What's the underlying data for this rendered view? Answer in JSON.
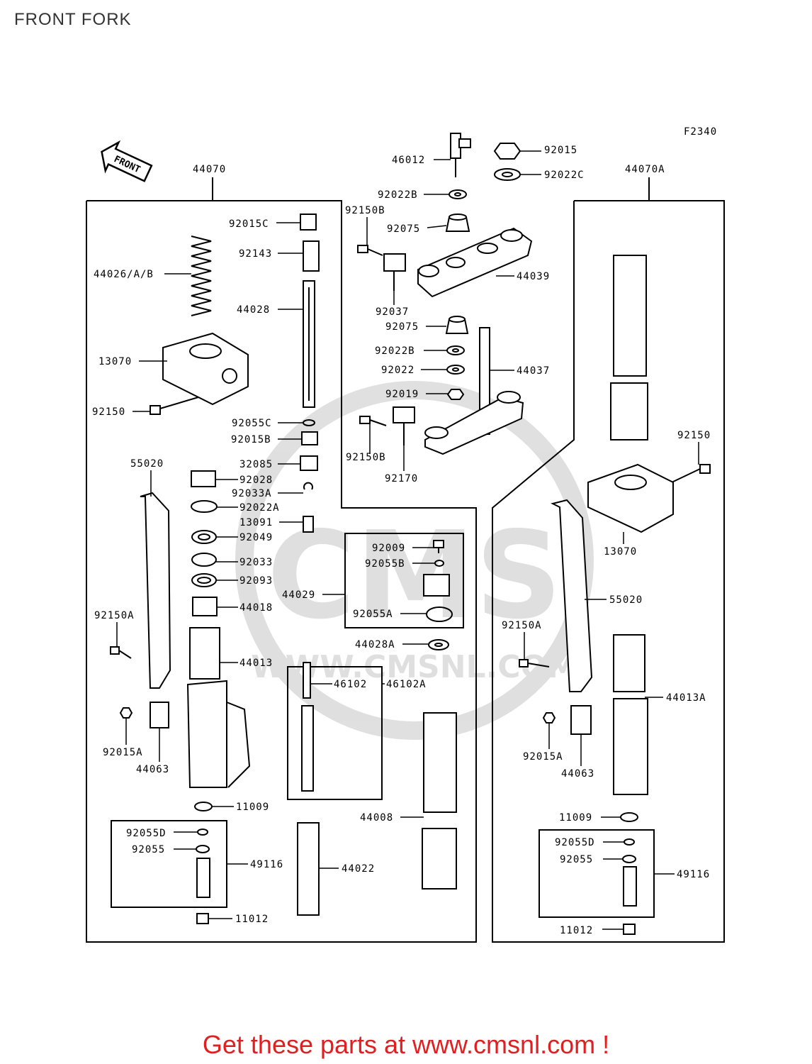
{
  "page": {
    "title": "FRONT FORK",
    "footer": "Get these parts at www.cmsnl.com !"
  },
  "diagram": {
    "figure_code": "F2340",
    "front_arrow_label": "FRONT",
    "watermark": {
      "brand": "CMS",
      "url": "WWW.CMSNL.COM"
    },
    "groups": {
      "left_fork": "44070",
      "right_fork": "44070A",
      "cartridge": "44029",
      "damper_rod": "46102A",
      "left_valve": "49116",
      "right_valve": "49116"
    },
    "labels": [
      {
        "id": "p92015",
        "text": "92015"
      },
      {
        "id": "p46012",
        "text": "46012"
      },
      {
        "id": "p92022C",
        "text": "92022C"
      },
      {
        "id": "p92022B_top",
        "text": "92022B"
      },
      {
        "id": "p92150B_top",
        "text": "92150B"
      },
      {
        "id": "p92075_top",
        "text": "92075"
      },
      {
        "id": "p44039",
        "text": "44039"
      },
      {
        "id": "p92037",
        "text": "92037"
      },
      {
        "id": "p92075_mid",
        "text": "92075"
      },
      {
        "id": "p92022B_mid",
        "text": "92022B"
      },
      {
        "id": "p92022",
        "text": "92022"
      },
      {
        "id": "p44037",
        "text": "44037"
      },
      {
        "id": "p92019",
        "text": "92019"
      },
      {
        "id": "p92150B_mid",
        "text": "92150B"
      },
      {
        "id": "p92170",
        "text": "92170"
      },
      {
        "id": "p92015C",
        "text": "92015C"
      },
      {
        "id": "p92143",
        "text": "92143"
      },
      {
        "id": "p44026",
        "text": "44026/A/B"
      },
      {
        "id": "p44028",
        "text": "44028"
      },
      {
        "id": "p13070_l",
        "text": "13070"
      },
      {
        "id": "p92150_l",
        "text": "92150"
      },
      {
        "id": "p92055C",
        "text": "92055C"
      },
      {
        "id": "p92015B",
        "text": "92015B"
      },
      {
        "id": "p32085",
        "text": "32085"
      },
      {
        "id": "p55020_l",
        "text": "55020"
      },
      {
        "id": "p92028",
        "text": "92028"
      },
      {
        "id": "p92033A",
        "text": "92033A"
      },
      {
        "id": "p92022A",
        "text": "92022A"
      },
      {
        "id": "p13091",
        "text": "13091"
      },
      {
        "id": "p92049",
        "text": "92049"
      },
      {
        "id": "p92033",
        "text": "92033"
      },
      {
        "id": "p92093",
        "text": "92093"
      },
      {
        "id": "p44018",
        "text": "44018"
      },
      {
        "id": "p92150A_l",
        "text": "92150A"
      },
      {
        "id": "p44013",
        "text": "44013"
      },
      {
        "id": "p92009",
        "text": "92009"
      },
      {
        "id": "p92055B",
        "text": "92055B"
      },
      {
        "id": "p92055A",
        "text": "92055A"
      },
      {
        "id": "p44028A",
        "text": "44028A"
      },
      {
        "id": "p46102",
        "text": "46102"
      },
      {
        "id": "p92015A_l",
        "text": "92015A"
      },
      {
        "id": "p44063_l",
        "text": "44063"
      },
      {
        "id": "p11009_l",
        "text": "11009"
      },
      {
        "id": "p44008",
        "text": "44008"
      },
      {
        "id": "p92055D_l",
        "text": "92055D"
      },
      {
        "id": "p92055_l",
        "text": "92055"
      },
      {
        "id": "p44022",
        "text": "44022"
      },
      {
        "id": "p11012_l",
        "text": "11012"
      },
      {
        "id": "p92150_r",
        "text": "92150"
      },
      {
        "id": "p13070_r",
        "text": "13070"
      },
      {
        "id": "p55020_r",
        "text": "55020"
      },
      {
        "id": "p92150A_r",
        "text": "92150A"
      },
      {
        "id": "p44013A",
        "text": "44013A"
      },
      {
        "id": "p92015A_r",
        "text": "92015A"
      },
      {
        "id": "p44063_r",
        "text": "44063"
      },
      {
        "id": "p11009_r",
        "text": "11009"
      },
      {
        "id": "p92055D_r",
        "text": "92055D"
      },
      {
        "id": "p92055_r",
        "text": "92055"
      },
      {
        "id": "p11012_r",
        "text": "11012"
      }
    ]
  }
}
